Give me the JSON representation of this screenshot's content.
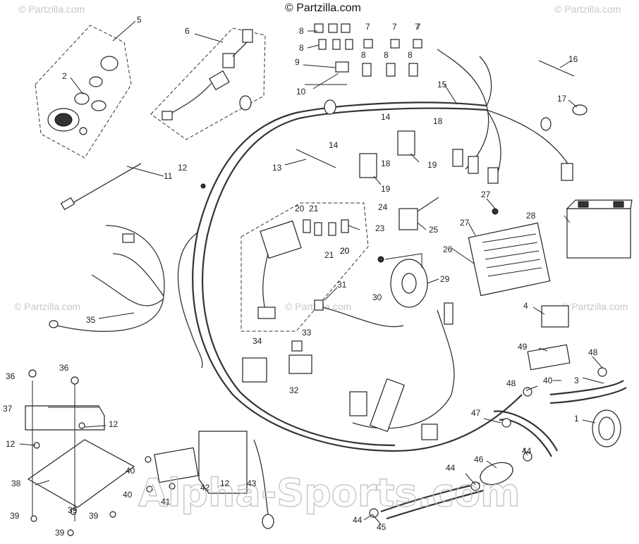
{
  "copyright": "© Partzilla.com",
  "watermarks": {
    "corner": "© Partzilla.com",
    "footer": "Alpha-Sports.com"
  },
  "callouts": [
    {
      "id": "c5",
      "label": "5"
    },
    {
      "id": "c6",
      "label": "6"
    },
    {
      "id": "c2",
      "label": "2"
    },
    {
      "id": "c8a",
      "label": "8"
    },
    {
      "id": "c8b",
      "label": "8"
    },
    {
      "id": "c7a",
      "label": "7"
    },
    {
      "id": "c7b",
      "label": "7"
    },
    {
      "id": "c7c",
      "label": "7"
    },
    {
      "id": "c7d",
      "label": "7"
    },
    {
      "id": "c8c",
      "label": "8"
    },
    {
      "id": "c8d",
      "label": "8"
    },
    {
      "id": "c8e",
      "label": "8"
    },
    {
      "id": "c9",
      "label": "9"
    },
    {
      "id": "c10",
      "label": "10"
    },
    {
      "id": "c16",
      "label": "16"
    },
    {
      "id": "c15",
      "label": "15"
    },
    {
      "id": "c17",
      "label": "17"
    },
    {
      "id": "c14a",
      "label": "14"
    },
    {
      "id": "c18a",
      "label": "18"
    },
    {
      "id": "c14b",
      "label": "14"
    },
    {
      "id": "c18b",
      "label": "18"
    },
    {
      "id": "c19a",
      "label": "19"
    },
    {
      "id": "c19b",
      "label": "19"
    },
    {
      "id": "c13",
      "label": "13"
    },
    {
      "id": "c11",
      "label": "11"
    },
    {
      "id": "c12a",
      "label": "12"
    },
    {
      "id": "c27a",
      "label": "27"
    },
    {
      "id": "c28",
      "label": "28"
    },
    {
      "id": "c24",
      "label": "24"
    },
    {
      "id": "c25",
      "label": "25"
    },
    {
      "id": "c20a",
      "label": "20"
    },
    {
      "id": "c21a",
      "label": "21"
    },
    {
      "id": "c20b",
      "label": "20"
    },
    {
      "id": "c21b",
      "label": "21"
    },
    {
      "id": "c20c",
      "label": "20"
    },
    {
      "id": "c23",
      "label": "23"
    },
    {
      "id": "c27b",
      "label": "27"
    },
    {
      "id": "c26",
      "label": "26"
    },
    {
      "id": "c29",
      "label": "29"
    },
    {
      "id": "c30",
      "label": "30"
    },
    {
      "id": "c31",
      "label": "31"
    },
    {
      "id": "c35",
      "label": "35"
    },
    {
      "id": "c4",
      "label": "4"
    },
    {
      "id": "c49",
      "label": "49"
    },
    {
      "id": "c48a",
      "label": "48"
    },
    {
      "id": "c48b",
      "label": "48"
    },
    {
      "id": "c40a",
      "label": "40"
    },
    {
      "id": "c3",
      "label": "3"
    },
    {
      "id": "c34",
      "label": "34"
    },
    {
      "id": "c33",
      "label": "33"
    },
    {
      "id": "c32",
      "label": "32"
    },
    {
      "id": "c36a",
      "label": "36"
    },
    {
      "id": "c36b",
      "label": "36"
    },
    {
      "id": "c37",
      "label": "37"
    },
    {
      "id": "c12b",
      "label": "12"
    },
    {
      "id": "c12c",
      "label": "12"
    },
    {
      "id": "c12d",
      "label": "12"
    },
    {
      "id": "c1",
      "label": "1"
    },
    {
      "id": "c47",
      "label": "47"
    },
    {
      "id": "c44a",
      "label": "44"
    },
    {
      "id": "c44b",
      "label": "44"
    },
    {
      "id": "c44c",
      "label": "44"
    },
    {
      "id": "c46",
      "label": "46"
    },
    {
      "id": "c45",
      "label": "45"
    },
    {
      "id": "c38",
      "label": "38"
    },
    {
      "id": "c39a",
      "label": "39"
    },
    {
      "id": "c39b",
      "label": "39"
    },
    {
      "id": "c39c",
      "label": "39"
    },
    {
      "id": "c39d",
      "label": "39"
    },
    {
      "id": "c40b",
      "label": "40"
    },
    {
      "id": "c40c",
      "label": "40"
    },
    {
      "id": "c41",
      "label": "41"
    },
    {
      "id": "c42",
      "label": "42"
    },
    {
      "id": "c43",
      "label": "43"
    }
  ]
}
